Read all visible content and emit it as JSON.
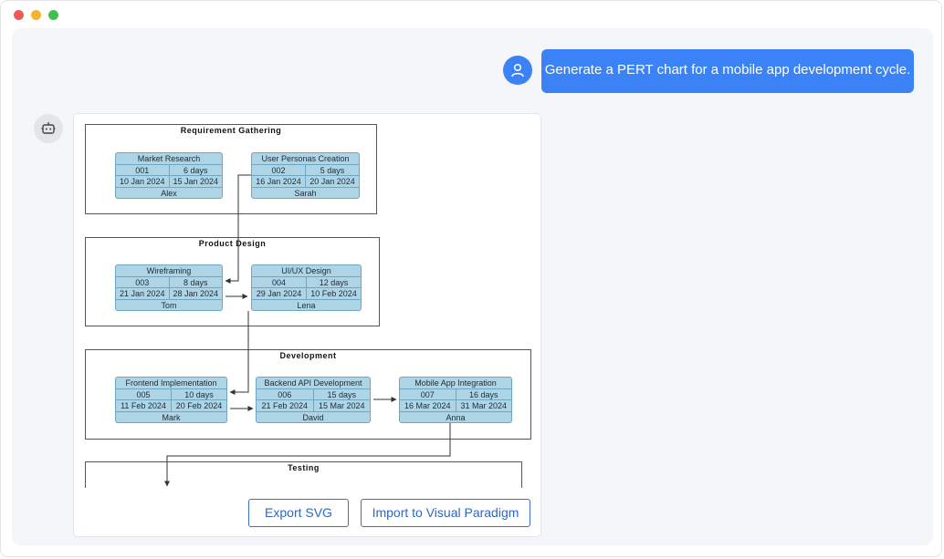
{
  "chat": {
    "user_message": "Generate a PERT chart for a mobile app development cycle."
  },
  "buttons": {
    "export_svg": "Export SVG",
    "import_vp": "Import to Visual Paradigm"
  },
  "icons": {
    "user": "user-icon",
    "bot": "robot-icon"
  },
  "colors": {
    "accent": "#3b82f6",
    "task_fill": "#aed5e6",
    "task_border": "#6ea6c4"
  },
  "pert": {
    "lanes": [
      {
        "title": "Requirement Gathering"
      },
      {
        "title": "Product Design"
      },
      {
        "title": "Development"
      },
      {
        "title": "Testing"
      }
    ],
    "tasks": [
      {
        "name": "Market Research",
        "id": "001",
        "duration": "6 days",
        "start": "10 Jan 2024",
        "end": "15 Jan 2024",
        "owner": "Alex"
      },
      {
        "name": "User Personas Creation",
        "id": "002",
        "duration": "5 days",
        "start": "16 Jan 2024",
        "end": "20 Jan 2024",
        "owner": "Sarah"
      },
      {
        "name": "Wireframing",
        "id": "003",
        "duration": "8 days",
        "start": "21 Jan 2024",
        "end": "28 Jan 2024",
        "owner": "Tom"
      },
      {
        "name": "UI/UX Design",
        "id": "004",
        "duration": "12 days",
        "start": "29 Jan 2024",
        "end": "10 Feb 2024",
        "owner": "Lena"
      },
      {
        "name": "Frontend Implementation",
        "id": "005",
        "duration": "10 days",
        "start": "11 Feb 2024",
        "end": "20 Feb 2024",
        "owner": "Mark"
      },
      {
        "name": "Backend API Development",
        "id": "006",
        "duration": "15 days",
        "start": "21 Feb 2024",
        "end": "15 Mar 2024",
        "owner": "David"
      },
      {
        "name": "Mobile App Integration",
        "id": "007",
        "duration": "16 days",
        "start": "16 Mar 2024",
        "end": "31 Mar 2024",
        "owner": "Anna"
      }
    ]
  }
}
